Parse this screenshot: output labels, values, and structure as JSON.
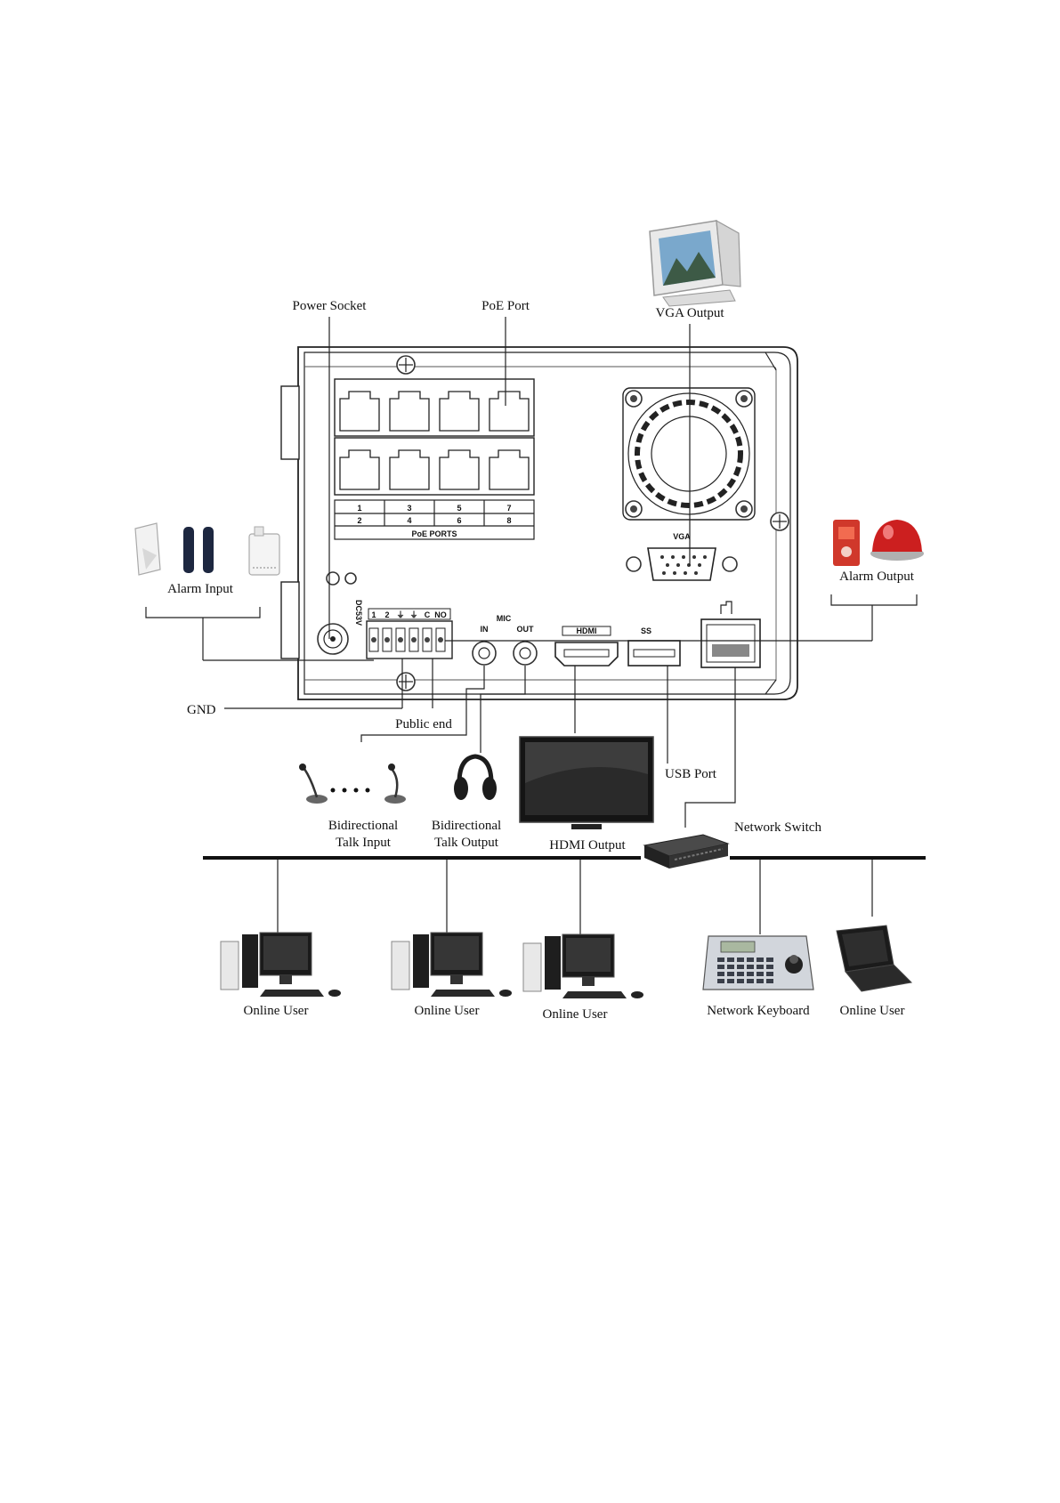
{
  "diagram": {
    "labels": {
      "power_socket": "Power Socket",
      "poe_port": "PoE Port",
      "vga_output": "VGA Output",
      "alarm_input": "Alarm Input",
      "alarm_output": "Alarm Output",
      "gnd": "GND",
      "public_end": "Public end",
      "usb_port": "USB Port",
      "network_switch": "Network Switch",
      "talk_input_1": "Bidirectional",
      "talk_input_2": "Talk Input",
      "talk_output_1": "Bidirectional",
      "talk_output_2": "Talk Output",
      "hdmi_output": "HDMI Output",
      "online_user": "Online User",
      "network_keyboard": "Network Keyboard"
    },
    "panel": {
      "poe_numbers_top": [
        "1",
        "3",
        "5",
        "7"
      ],
      "poe_numbers_bottom": [
        "2",
        "4",
        "6",
        "8"
      ],
      "poe_ports_title": "PoE PORTS",
      "vga": "VGA",
      "mic": "MIC",
      "mic_in": "IN",
      "mic_out": "OUT",
      "dc": "DC53V",
      "hdmi": "HDMI",
      "usb": "SS",
      "alarm_terminals": [
        "1",
        "2",
        "⏚",
        "⏚",
        "C",
        "NO"
      ]
    }
  }
}
